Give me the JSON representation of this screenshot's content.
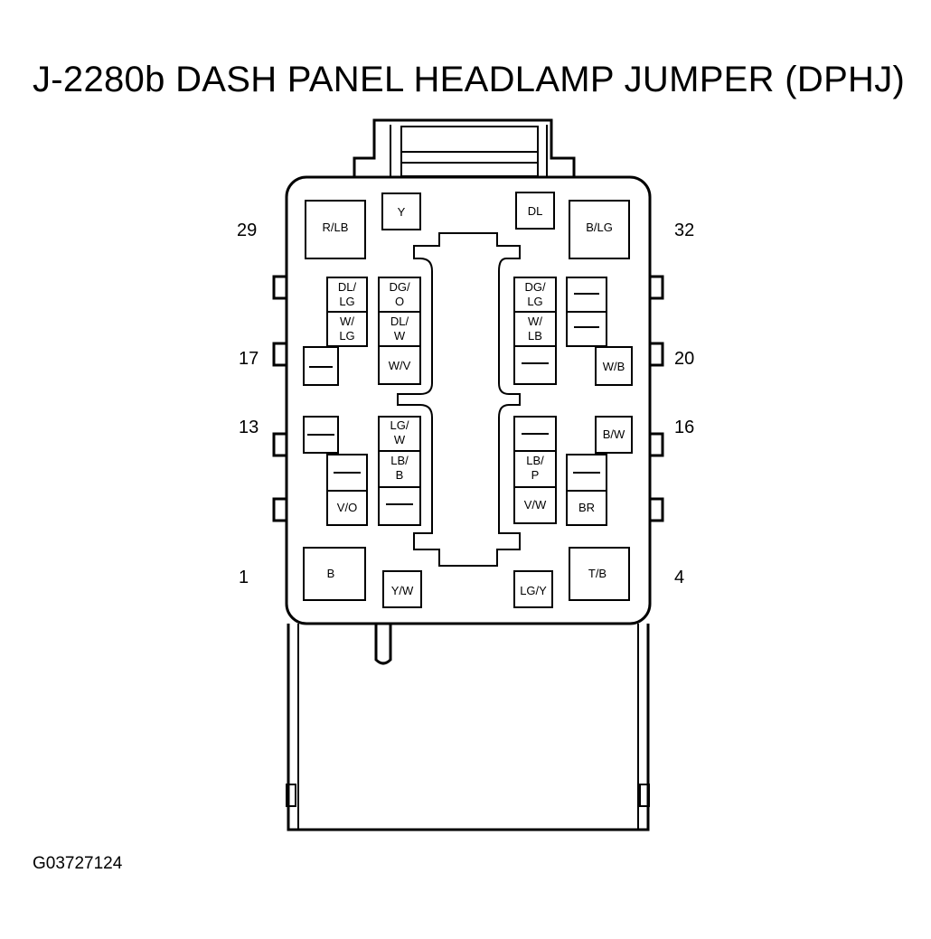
{
  "title": "J-2280b DASH PANEL HEADLAMP JUMPER (DPHJ)",
  "figure_id": "G03727124",
  "pin_numbers": {
    "p29": "29",
    "p32": "32",
    "p17": "17",
    "p20": "20",
    "p13": "13",
    "p16": "16",
    "p1": "1",
    "p4": "4"
  },
  "cavities": {
    "r_lb": "R/LB",
    "y": "Y",
    "dl": "DL",
    "b_lg": "B/LG",
    "dl_lg_1": "DL/",
    "dl_lg_2": "LG",
    "w_lg_1": "W/",
    "w_lg_2": "LG",
    "dg_o_1": "DG/",
    "dg_o_2": "O",
    "dl_w_1": "DL/",
    "dl_w_2": "W",
    "w_v": "W/V",
    "dg_lg_1": "DG/",
    "dg_lg_2": "LG",
    "w_lb_1": "W/",
    "w_lb_2": "LB",
    "w_b": "W/B",
    "lg_w_1": "LG/",
    "lg_w_2": "W",
    "lb_b_1": "LB/",
    "lb_b_2": "B",
    "v_o": "V/O",
    "lb_p_1": "LB/",
    "lb_p_2": "P",
    "v_w": "V/W",
    "b_w": "B/W",
    "br": "BR",
    "b": "B",
    "y_w": "Y/W",
    "lg_y": "LG/Y",
    "t_b": "T/B"
  }
}
